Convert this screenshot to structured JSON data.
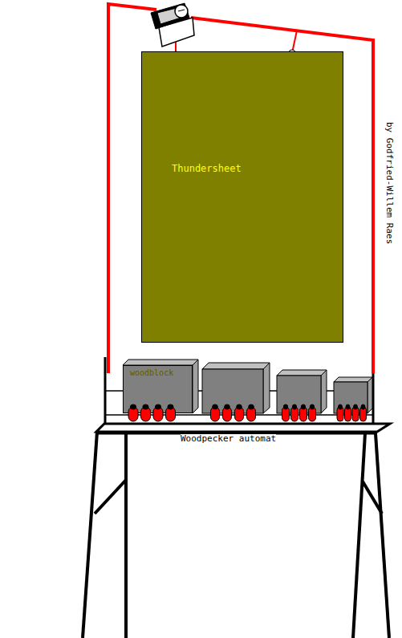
{
  "diagram": {
    "nodes": [
      {
        "text": [
          "Thundersheet"
        ]
      },
      {
        "text": [
          "woodblock"
        ]
      }
    ],
    "labels": [
      "Woodpecker automat",
      "by Godfried-Willem Raes"
    ]
  }
}
